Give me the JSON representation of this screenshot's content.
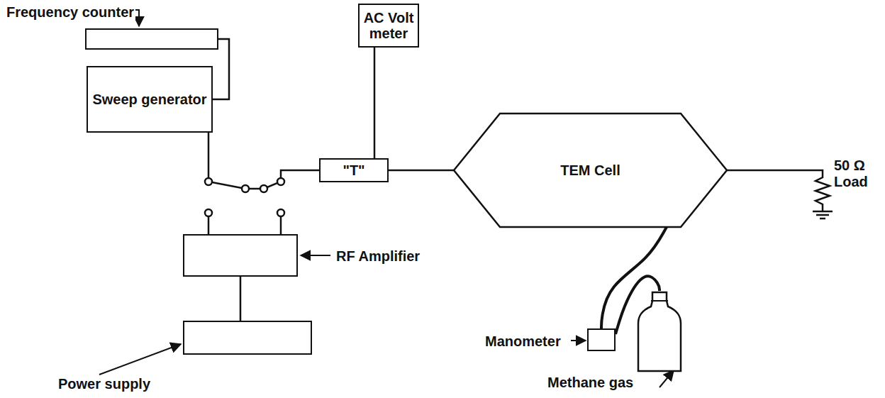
{
  "diagram": {
    "nodes": [
      {
        "text": [
          "Frequency counter"
        ]
      },
      {
        "text": [
          "Sweep generator"
        ]
      },
      {
        "text": [
          "AC Volt meter"
        ]
      },
      {
        "text": [
          "\"T\""
        ]
      },
      {
        "text": [
          "TEM Cell"
        ]
      },
      {
        "text": [
          "RF Amplifier"
        ]
      },
      {
        "text": [
          "Power supply"
        ]
      },
      {
        "text": [
          "Manometer"
        ]
      },
      {
        "text": [
          "Methane gas"
        ]
      }
    ],
    "edges": [
      {
        "from": 1,
        "to": 0,
        "arrow": "none"
      },
      {
        "from": 1,
        "to": 3,
        "arrow": "none"
      },
      {
        "from": 2,
        "to": 3,
        "arrow": "none"
      },
      {
        "from": 3,
        "to": 4,
        "arrow": "none"
      },
      {
        "from": 5,
        "to": 6,
        "arrow": "none"
      },
      {
        "from": 4,
        "to": 7,
        "arrow": "none"
      },
      {
        "from": 7,
        "to": 8,
        "arrow": "none"
      }
    ],
    "labels": [
      "50 Ω Load"
    ]
  }
}
